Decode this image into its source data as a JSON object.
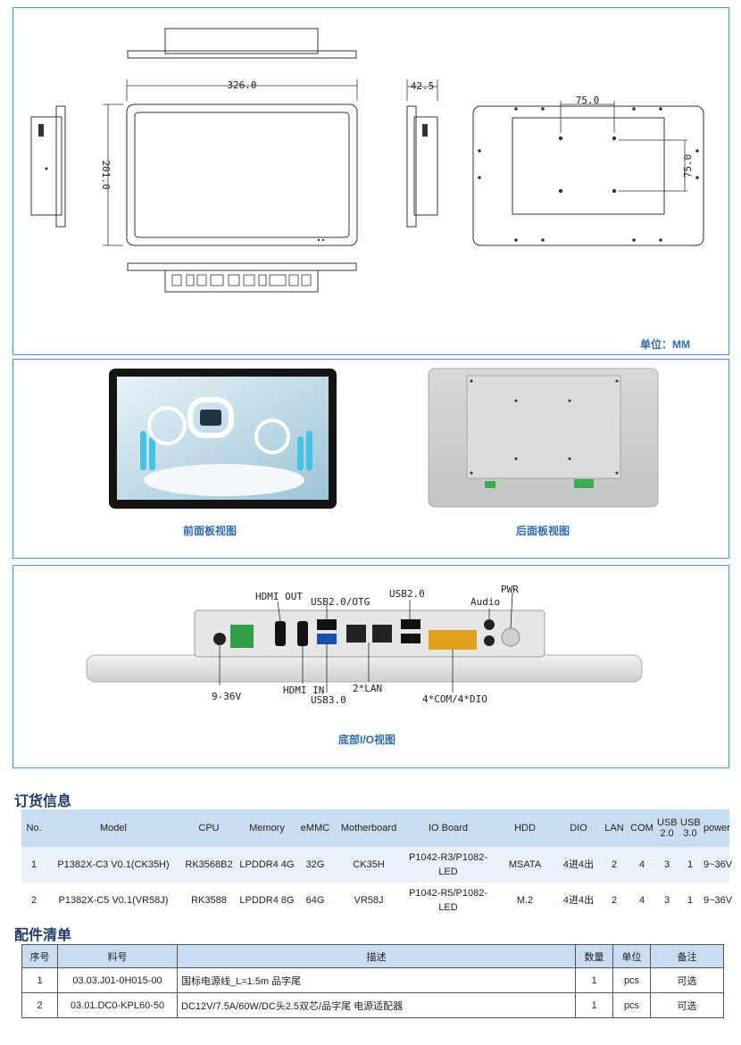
{
  "drawing": {
    "dim_width": "326.0",
    "dim_height": "201.0",
    "dim_depth": "42.5",
    "dim_vesa_h": "75.0",
    "dim_vesa_v": "75.0",
    "unit": "单位：MM"
  },
  "photos": {
    "front_caption": "前面板视图",
    "back_caption": "后面板视图"
  },
  "io": {
    "hdmi_out": "HDMI OUT",
    "usb20_otg": "USB2.0/OTG",
    "usb20": "USB2.0",
    "audio": "Audio",
    "pwr": "PWR",
    "dc_in": "9-36V",
    "hdmi_in": "HDMI IN",
    "usb30": "USB3.0",
    "lan": "2*LAN",
    "com_dio": "4*COM/4*DIO",
    "caption": "底部I/O视图"
  },
  "order": {
    "title": "订货信息",
    "headers": [
      "No.",
      "Model",
      "CPU",
      "Memory",
      "eMMC",
      "Motherboard",
      "IO Board",
      "HDD",
      "DIO",
      "LAN",
      "COM",
      "USB 2.0",
      "USB 3.0",
      "power"
    ],
    "rows": [
      [
        "1",
        "P1382X-C3 V0.1(CK35H)",
        "RK3568B2",
        "LPDDR4 4G",
        "32G",
        "CK35H",
        "P1042-R3/P1082-LED",
        "MSATA",
        "4进4出",
        "2",
        "4",
        "3",
        "1",
        "9~36V"
      ],
      [
        "2",
        "P1382X-C5 V0.1(VR58J)",
        "RK3588",
        "LPDDR4  8G",
        "64G",
        "VR58J",
        "P1042-R5/P1082-LED",
        "M.2",
        "4进4出",
        "2",
        "4",
        "3",
        "1",
        "9~36V"
      ]
    ]
  },
  "accessories": {
    "title": "配件清单",
    "headers": [
      "序号",
      "料号",
      "描述",
      "数量",
      "单位",
      "备注"
    ],
    "rows": [
      [
        "1",
        "03.03.J01-0H015-00",
        "国标电源线_L=1.5m 品字尾",
        "1",
        "pcs",
        "可选"
      ],
      [
        "2",
        "03.01.DC0-KPL60-50",
        "DC12V/7.5A/60W/DC头2.5双芯/品字尾 电源适配器",
        "1",
        "pcs",
        "可选"
      ]
    ]
  }
}
